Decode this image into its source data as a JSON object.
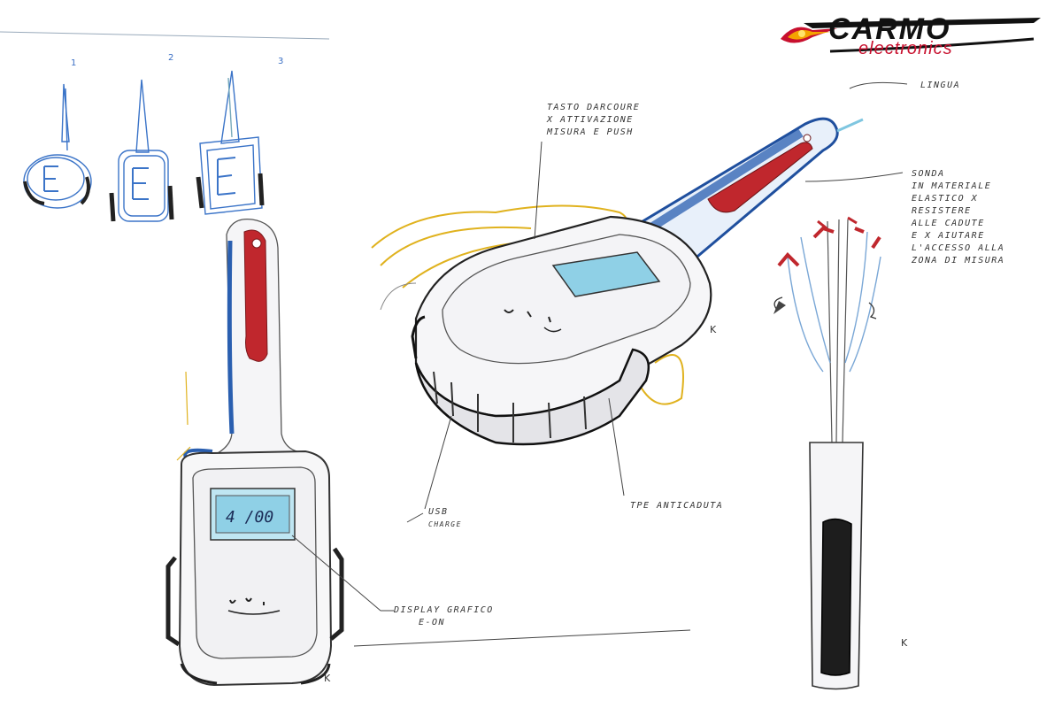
{
  "brand": {
    "name": "CARMO",
    "tagline": "electronics",
    "colors": {
      "dark": "#111111",
      "red": "#c8102e",
      "flame": "#f4a300"
    }
  },
  "sketch_numbers": [
    "1",
    "2",
    "3"
  ],
  "annotations": {
    "tasto": [
      "TASTO DARCOURE",
      "X ATTIVAZIONE",
      "MISURA E PUSH"
    ],
    "linguetta": [
      "LINGUA"
    ],
    "sonda": [
      "SONDA",
      "IN MATERIALE",
      "ELASTICO X",
      "RESISTERE",
      "ALLE CADUTE",
      "E X AIUTARE",
      "L'ACCESSO ALLA",
      "ZONA DI MISURA"
    ],
    "usb": [
      "USB",
      "CHARGE"
    ],
    "tpe": [
      "TPE ANTICADUTA"
    ],
    "display": [
      "DISPLAY GRAFICO",
      "E-ON"
    ]
  },
  "display_reading": "4 /00",
  "signature": "K",
  "ink_colors": {
    "pencil": "#555555",
    "blue": "#2a5fb0",
    "light_blue": "#7fc6e0",
    "red": "#c0272d",
    "yellow": "#e0b21e",
    "black": "#1a1a1a"
  }
}
